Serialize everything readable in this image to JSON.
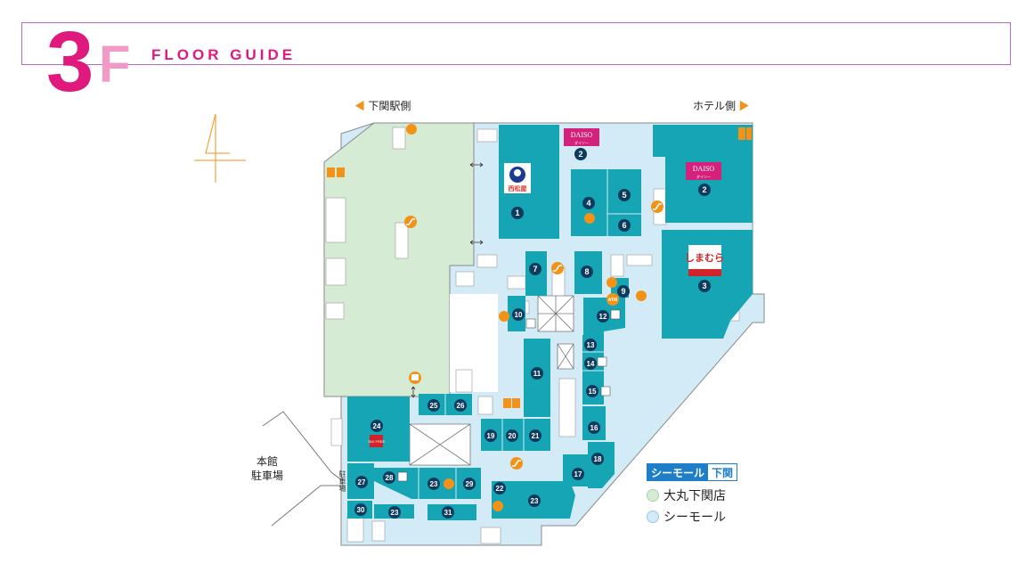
{
  "header": {
    "floor_number": "3",
    "floor_letter": "F",
    "guide_label": "FLOOR GUIDE"
  },
  "directions": {
    "left": "下関駅側",
    "right": "ホテル側"
  },
  "side_labels": {
    "main_parking_line1": "本館",
    "main_parking_line2": "駐車場",
    "parking_small": "駐車場"
  },
  "stores": {
    "daiso_top": "DAISO",
    "daiso_top_sub": "ダイソー",
    "daiso_right": "DAISO",
    "daiso_right_sub": "ダイソー",
    "nishimatsuya": "西松屋",
    "shimamura": "しまむら"
  },
  "legend": {
    "title_a": "シーモール",
    "title_b": "下関",
    "items": [
      {
        "label": "大丸下関店",
        "color": "#d6ebd4"
      },
      {
        "label": "シーモール",
        "color": "#d3ebf7"
      }
    ]
  },
  "tax_free": {
    "label": "TAX FREE"
  },
  "atm": {
    "label": "ATM"
  },
  "shop_numbers": [
    "1",
    "2",
    "2",
    "3",
    "4",
    "5",
    "6",
    "7",
    "8",
    "9",
    "10",
    "11",
    "12",
    "13",
    "14",
    "15",
    "16",
    "17",
    "18",
    "19",
    "20",
    "21",
    "22",
    "23",
    "23",
    "23",
    "24",
    "25",
    "26",
    "27",
    "28",
    "29",
    "30",
    "31"
  ],
  "colors": {
    "magenta": "#e0197d",
    "pink": "#f29ac6",
    "teal": "#15a5b5",
    "daimaru": "#d6ebd4",
    "seamall": "#d3ebf7",
    "orange": "#f29216",
    "navy": "#0c3b5e"
  }
}
